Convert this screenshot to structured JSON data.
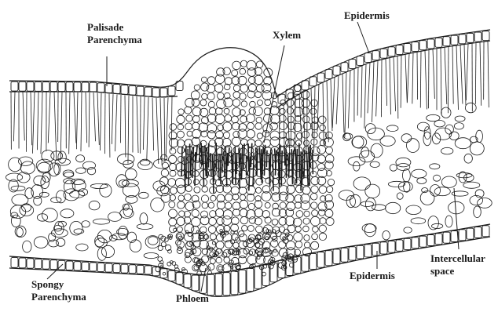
{
  "labels": {
    "palisade_line1": "Palisade",
    "palisade_line2": "Parenchyma",
    "xylem": "Xylem",
    "epidermis_top": "Epidermis",
    "epidermis_bottom": "Epidermis",
    "intercellular_line1": "Intercellular",
    "intercellular_line2": "space",
    "spongy_line1": "Spongy",
    "spongy_line2": "Parenchyma",
    "phloem": "Phloem"
  },
  "colors": {
    "ink": "#1a1a1a",
    "background": "#ffffff",
    "cell_fill": "#ffffff"
  }
}
